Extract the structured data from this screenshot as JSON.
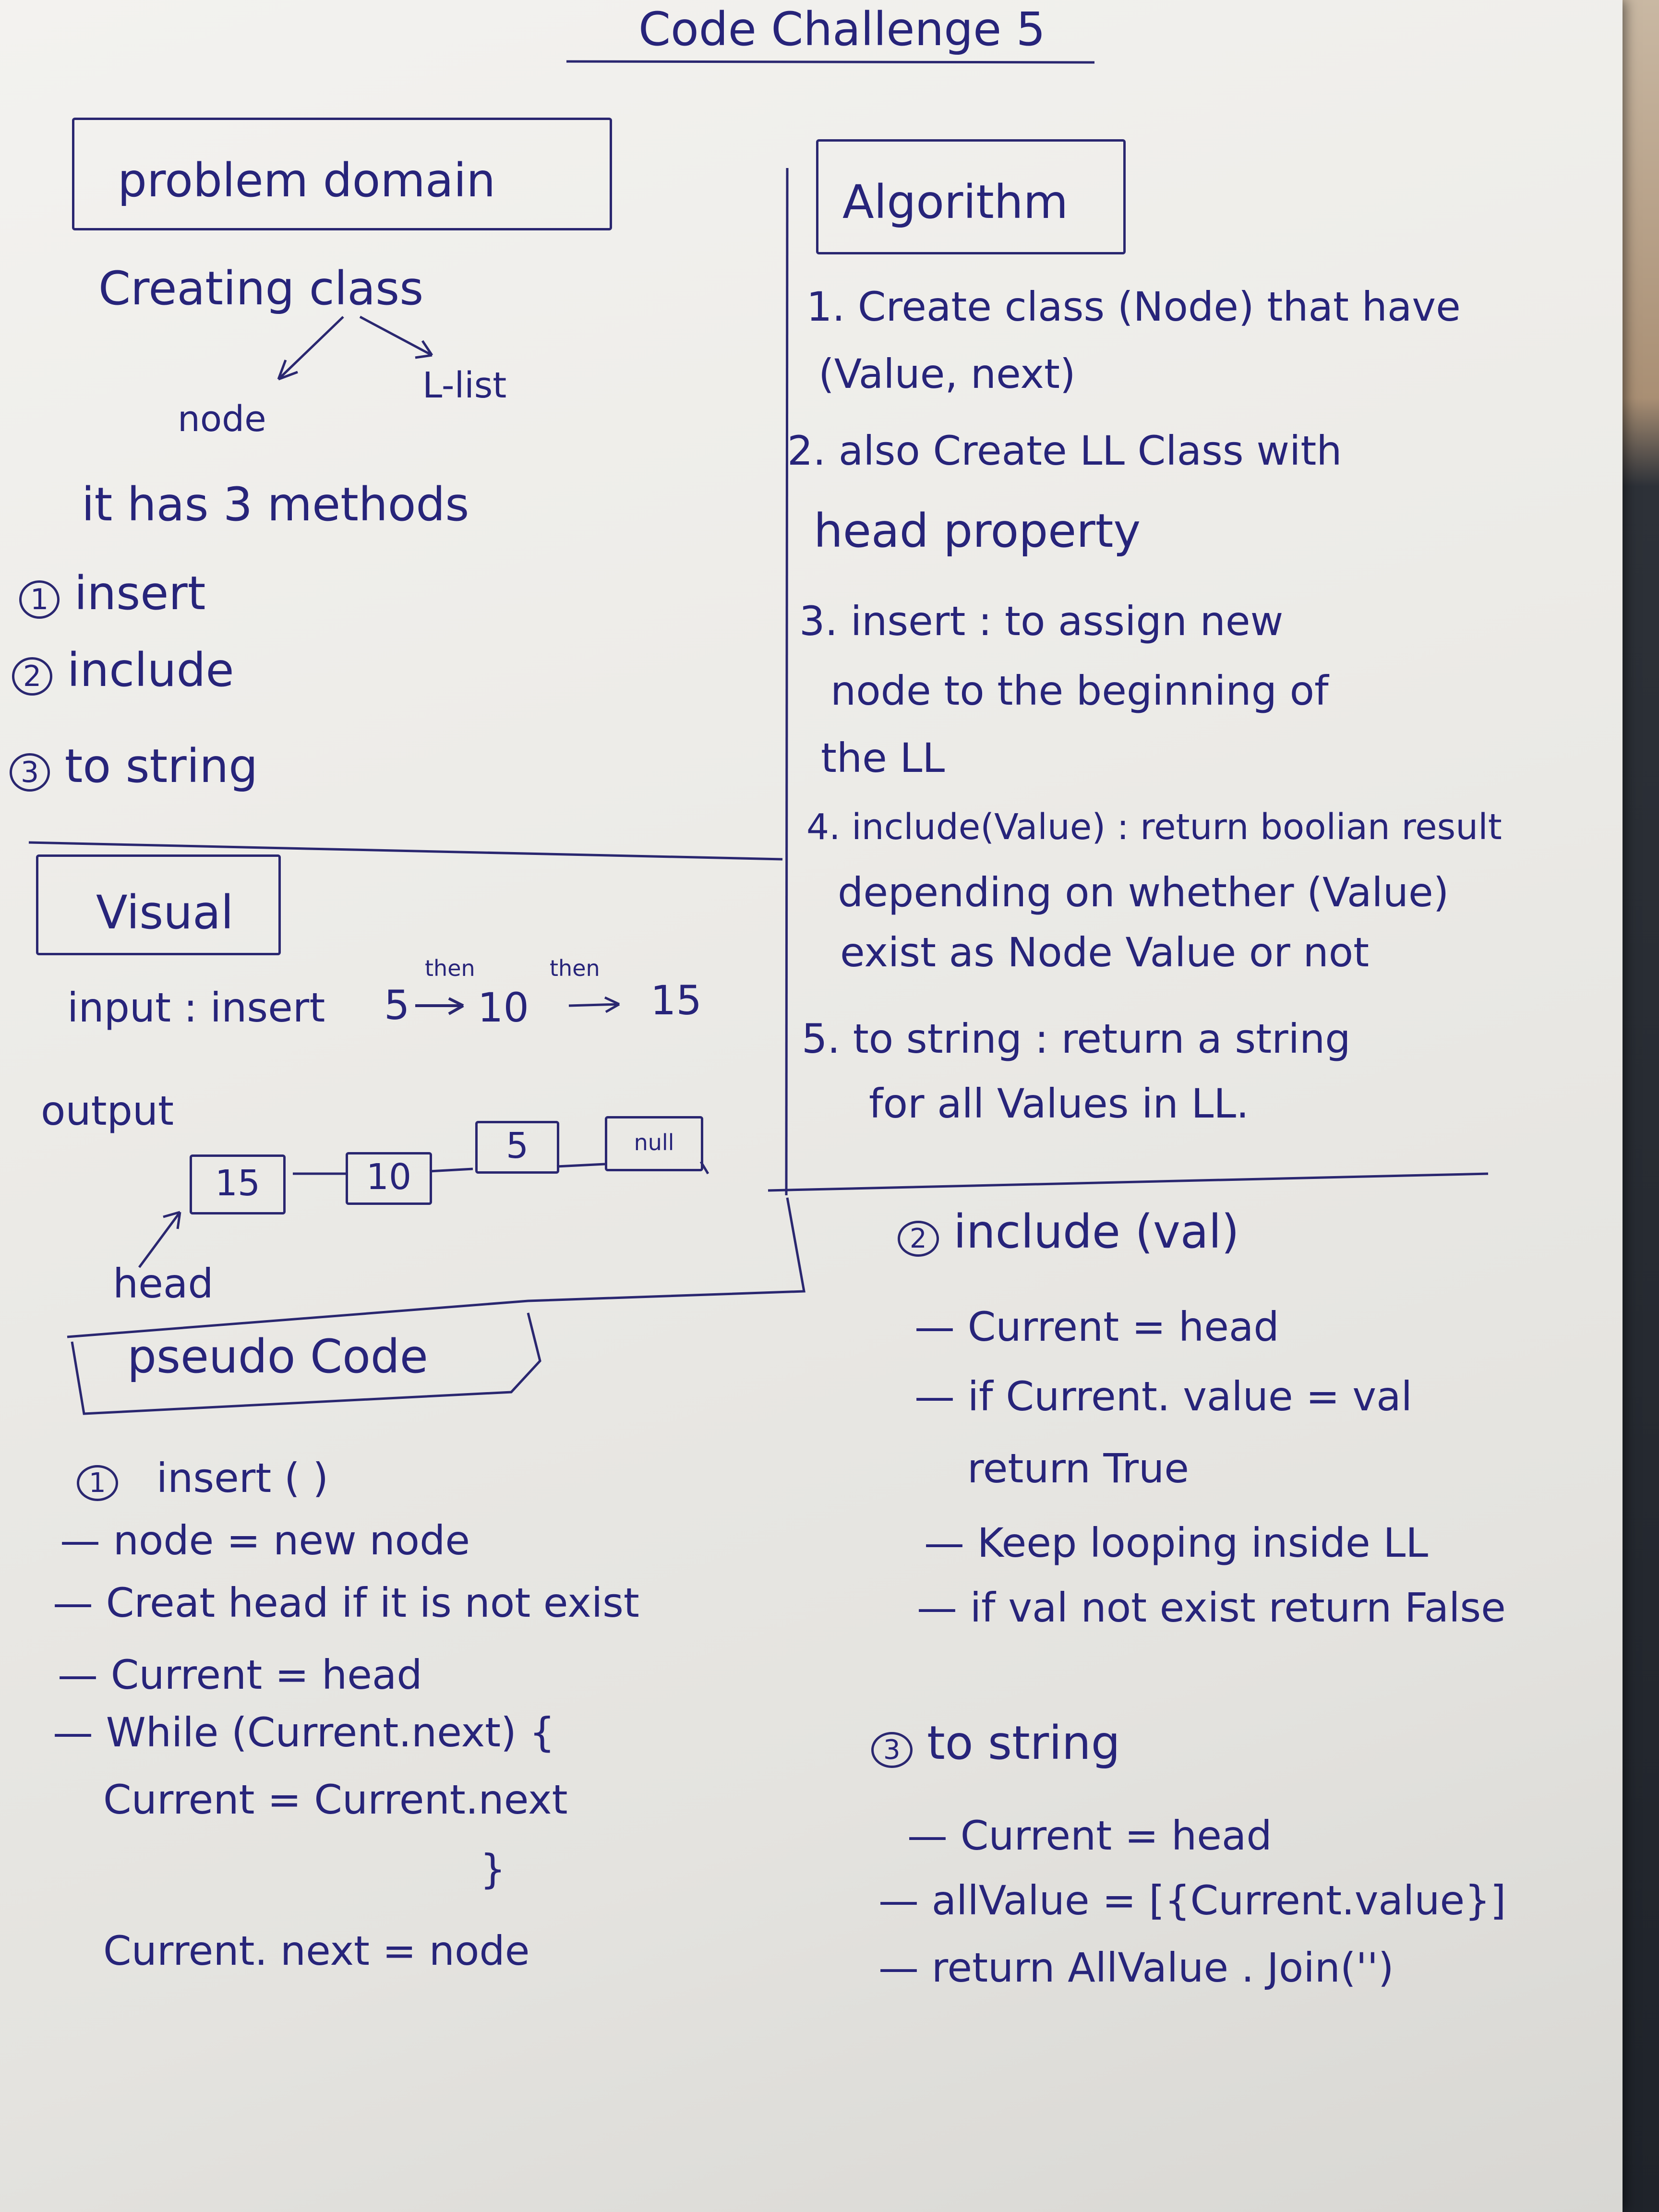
{
  "title": "Code Challenge 5",
  "problem_domain": {
    "heading": "problem domain",
    "creating_class": "Creating class",
    "branch_left": "node",
    "branch_right": "L-list",
    "methods_intro": "it has 3 methods",
    "methods": [
      {
        "num": "1",
        "name": "insert"
      },
      {
        "num": "2",
        "name": "include"
      },
      {
        "num": "3",
        "name": "to string"
      }
    ]
  },
  "algorithm": {
    "heading": "Algorithm",
    "lines": [
      "1. Create class (Node) that have",
      "(Value, next)",
      "2. also Create LL Class with",
      "head property",
      "3. insert : to assign new",
      "node to the beginning of",
      "the LL",
      "4. include(Value) : return boolian result",
      "depending on whether (Value)",
      "exist as Node Value or not",
      "5. to string : return a string",
      "for all Values in LL."
    ]
  },
  "visual": {
    "heading": "Visual",
    "input_label": "input : insert",
    "input_values": [
      "5",
      "10",
      "15"
    ],
    "then_label": "then",
    "output_label": "output",
    "nodes": [
      "15",
      "10",
      "5",
      "null"
    ],
    "head_label": "head"
  },
  "pseudo_code": {
    "heading": "pseudo Code",
    "insert": {
      "title": "insert ( )",
      "num": "1",
      "lines": [
        "— node = new node",
        "— Creat head if it is not exist",
        "— Current = head",
        "— While (Current.next) {",
        "Current = Current.next",
        "}",
        "Current. next = node"
      ]
    },
    "include": {
      "title": "include (val)",
      "num": "2",
      "lines": [
        "— Current = head",
        "— if Current. value = val",
        "return True",
        "— Keep looping inside LL",
        "— if val not exist return False"
      ]
    },
    "to_string": {
      "title": "to string",
      "num": "3",
      "lines": [
        "— Current = head",
        "— allValue = [{Current.value}]",
        "— return AllValue . Join('')"
      ]
    }
  }
}
